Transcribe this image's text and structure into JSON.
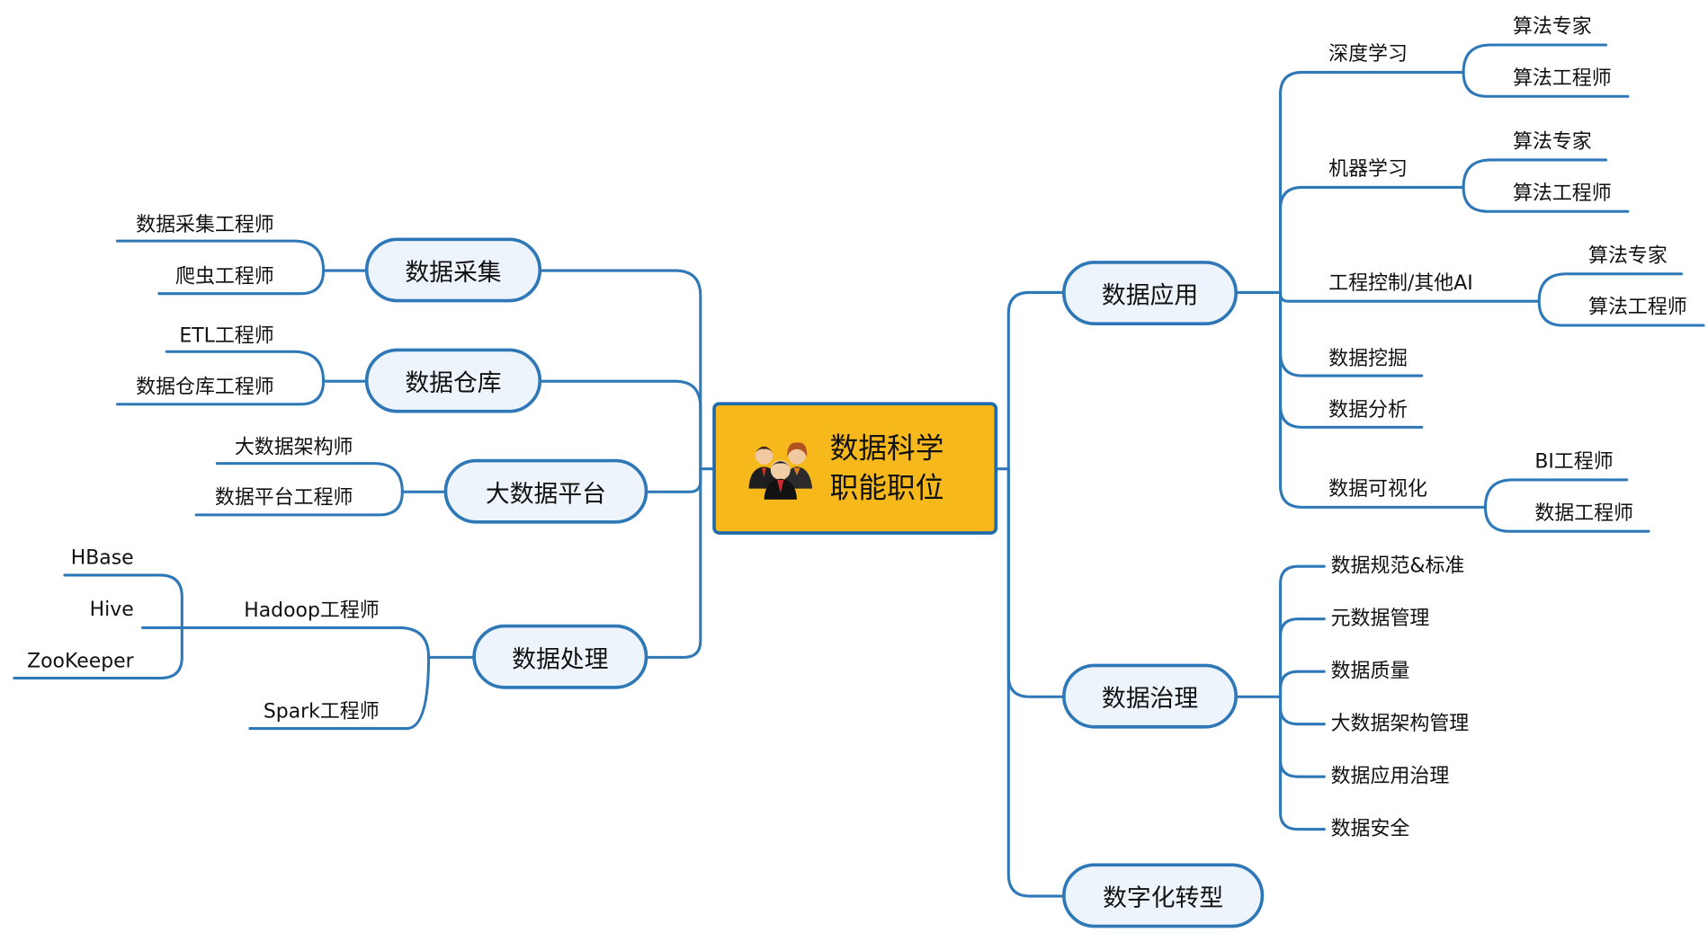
{
  "root": {
    "line1": "数据科学",
    "line2": "职能职位",
    "icon": "people-group-icon"
  },
  "left": {
    "collect": {
      "label": "数据采集",
      "children": [
        "数据采集工程师",
        "爬虫工程师"
      ]
    },
    "warehouse": {
      "label": "数据仓库",
      "children": [
        "ETL工程师",
        "数据仓库工程师"
      ]
    },
    "platform": {
      "label": "大数据平台",
      "children": [
        "大数据架构师",
        "数据平台工程师"
      ]
    },
    "processing": {
      "label": "数据处理",
      "hadoop": {
        "label": "Hadoop工程师",
        "children": [
          "HBase",
          "Hive",
          "ZooKeeper"
        ]
      },
      "spark": "Spark工程师"
    }
  },
  "right": {
    "application": {
      "label": "数据应用",
      "deep_learning": {
        "label": "深度学习",
        "children": [
          "算法专家",
          "算法工程师"
        ]
      },
      "machine_learning": {
        "label": "机器学习",
        "children": [
          "算法专家",
          "算法工程师"
        ]
      },
      "control_ai": {
        "label": "工程控制/其他AI",
        "children": [
          "算法专家",
          "算法工程师"
        ]
      },
      "mining": "数据挖掘",
      "analysis": "数据分析",
      "visualization": {
        "label": "数据可视化",
        "children": [
          "BI工程师",
          "数据工程师"
        ]
      }
    },
    "governance": {
      "label": "数据治理",
      "children": [
        "数据规范&标准",
        "元数据管理",
        "数据质量",
        "大数据架构管理",
        "数据应用治理",
        "数据安全"
      ]
    },
    "transformation": {
      "label": "数字化转型"
    }
  },
  "colors": {
    "line": "#2f78b8",
    "root_fill": "#f6b81a",
    "node_fill": "#eef4fb"
  }
}
